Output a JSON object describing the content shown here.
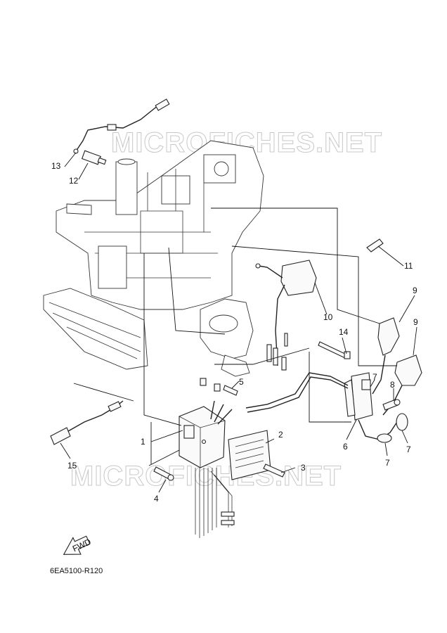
{
  "diagram_code": "6EA5100-R120",
  "watermark_text": "MICROFICHES.NET",
  "fwd_label": "FWD",
  "callouts": [
    "1",
    "2",
    "3",
    "4",
    "5",
    "6",
    "7",
    "7",
    "7",
    "8",
    "9",
    "9",
    "10",
    "11",
    "12",
    "13",
    "14",
    "15"
  ]
}
